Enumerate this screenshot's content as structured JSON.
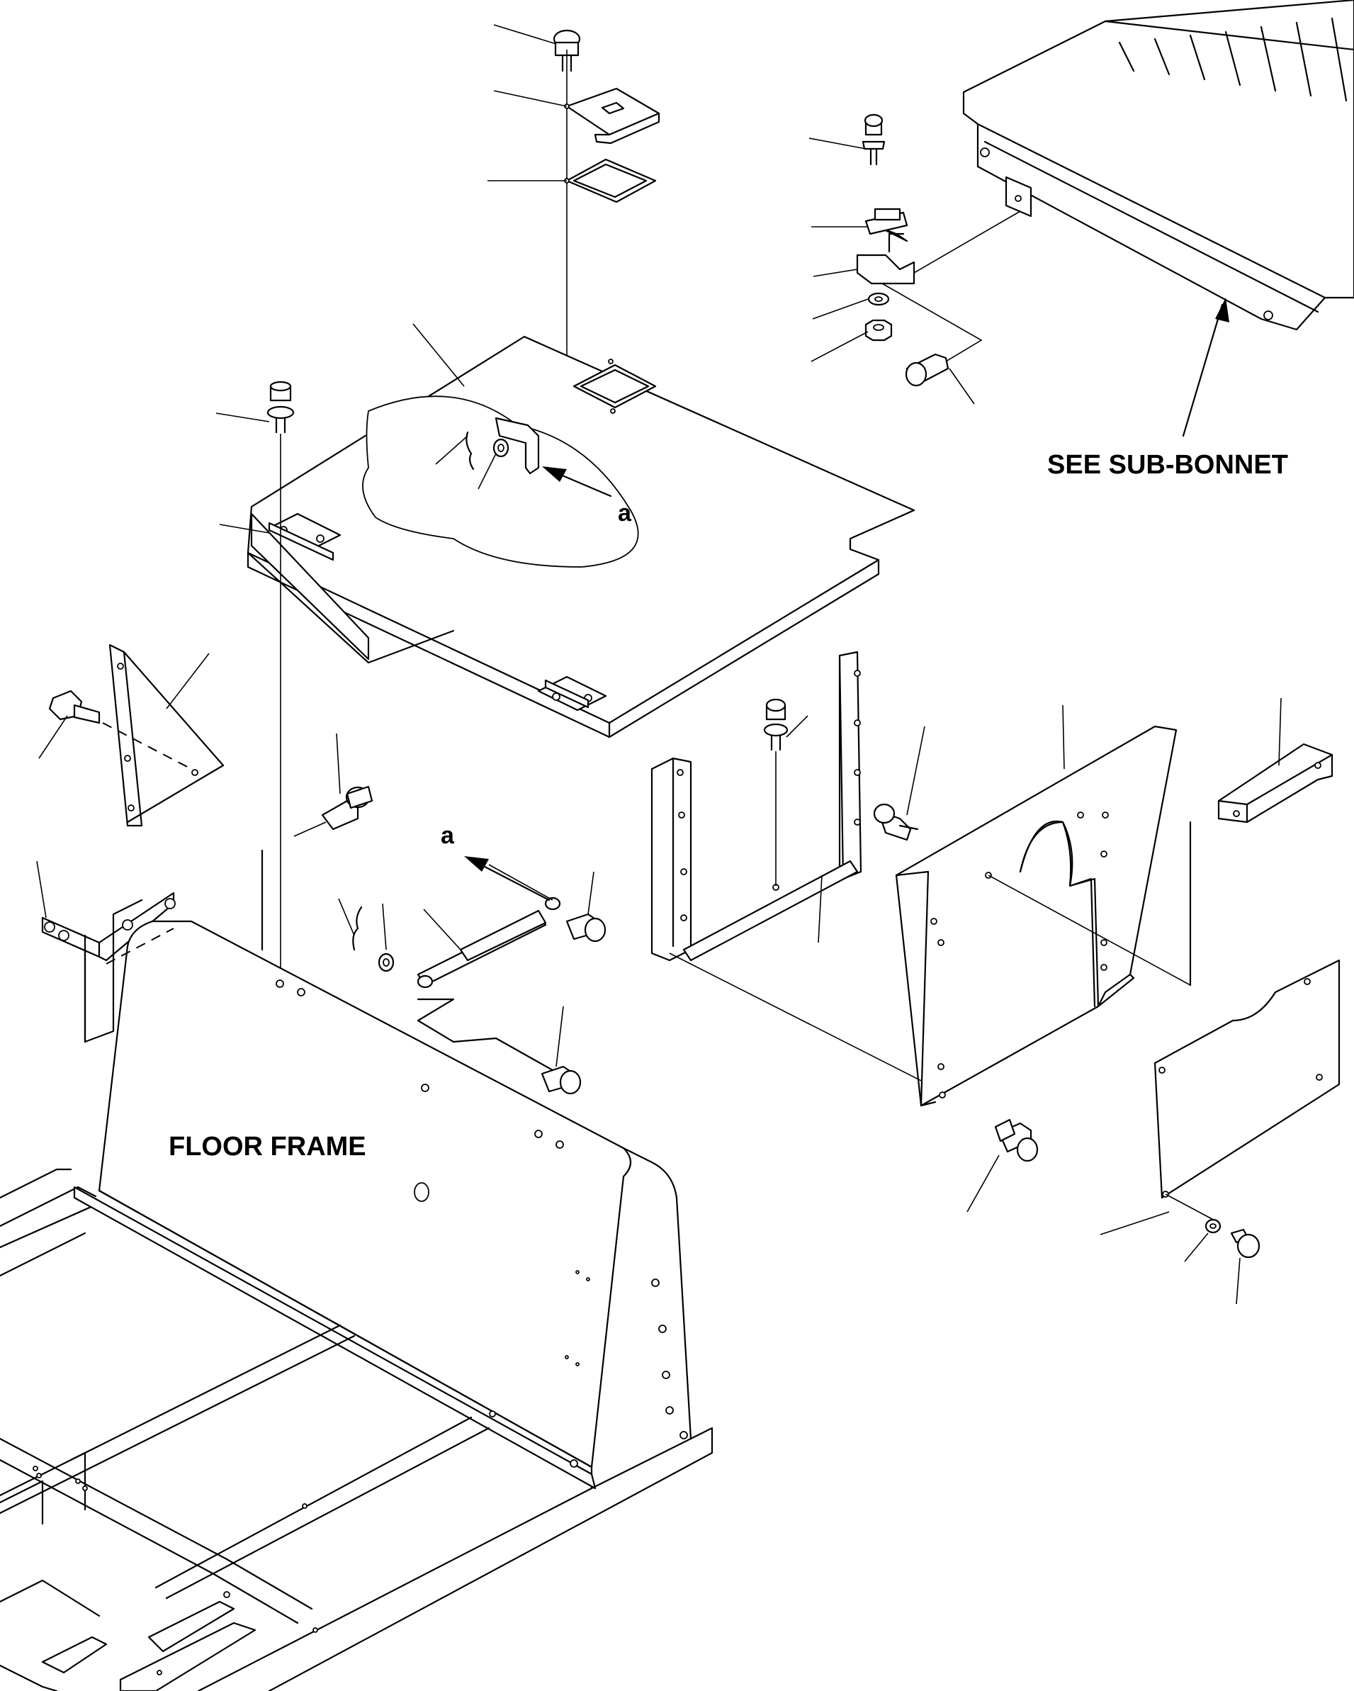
{
  "labels": {
    "see_sub_bonnet": "SEE SUB-BONNET",
    "floor_frame": "FLOOR FRAME",
    "detail_a_top": "a",
    "detail_a_bottom": "a"
  },
  "colors": {
    "ink": "#000000",
    "paper": "#ffffff"
  }
}
